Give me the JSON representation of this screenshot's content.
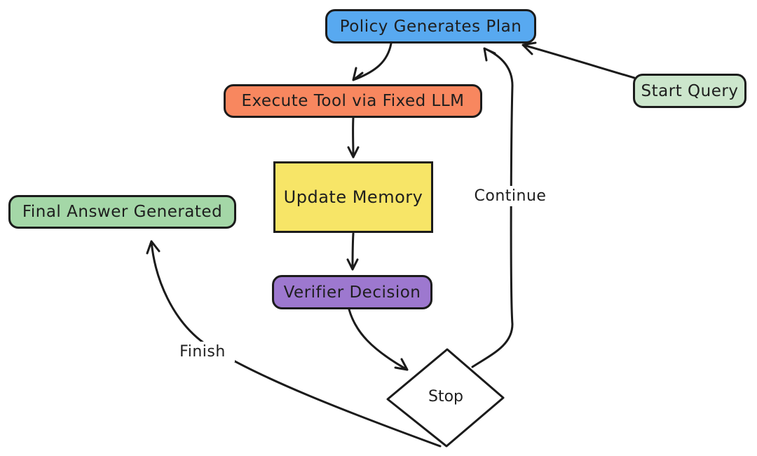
{
  "diagram": {
    "background": "#ffffff",
    "colors": {
      "stroke": "#1b1b1b",
      "text": "#1e1e1e"
    },
    "nodes": {
      "policy": {
        "label": "Policy Generates Plan",
        "fill": "#58a9f0",
        "shape": "rounded-rect"
      },
      "start": {
        "label": "Start Query",
        "fill": "#cce6cc",
        "shape": "rounded-rect"
      },
      "execute": {
        "label": "Execute Tool via Fixed LLM",
        "fill": "#f8875f",
        "shape": "rounded-rect"
      },
      "update": {
        "label": "Update Memory",
        "fill": "#f7e567",
        "shape": "rect"
      },
      "verifier": {
        "label": "Verifier Decision",
        "fill": "#9d78cf",
        "shape": "rounded-rect"
      },
      "stop": {
        "label": "Stop",
        "fill": "#ffffff",
        "shape": "diamond"
      },
      "final": {
        "label": "Final Answer Generated",
        "fill": "#a4d7a7",
        "shape": "rounded-rect"
      }
    },
    "edges": [
      {
        "from": "Start Query",
        "to": "Policy Generates Plan",
        "label": ""
      },
      {
        "from": "Policy Generates Plan",
        "to": "Execute Tool via Fixed LLM",
        "label": ""
      },
      {
        "from": "Execute Tool via Fixed LLM",
        "to": "Update Memory",
        "label": ""
      },
      {
        "from": "Update Memory",
        "to": "Verifier Decision",
        "label": ""
      },
      {
        "from": "Verifier Decision",
        "to": "Stop",
        "label": ""
      },
      {
        "from": "Stop",
        "to": "Policy Generates Plan",
        "label": "Continue"
      },
      {
        "from": "Stop",
        "to": "Final Answer Generated",
        "label": "Finish"
      }
    ]
  }
}
